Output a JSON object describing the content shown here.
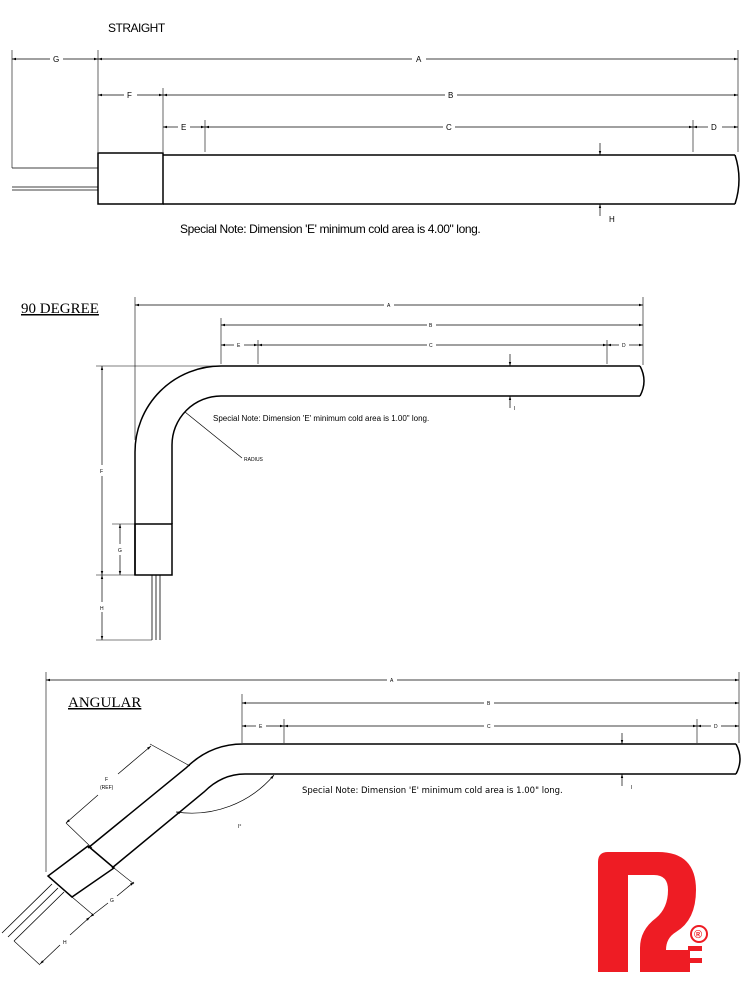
{
  "straight": {
    "title": "STRAIGHT",
    "labels": {
      "a": "A",
      "b": "B",
      "c": "C",
      "d": "D",
      "e": "E",
      "f": "F",
      "g": "G",
      "h": "H"
    },
    "note": "Special Note: Dimension 'E' minimum cold area is 4.00\" long."
  },
  "ninety": {
    "title": "90 DEGREE",
    "labels": {
      "a": "A",
      "b": "B",
      "c": "C",
      "d": "D",
      "e": "E",
      "f": "F",
      "g": "G",
      "h": "H",
      "i": "I"
    },
    "radius_label": "RADIUS",
    "note": "Special Note: Dimension 'E' minimum cold area is 1.00\" long."
  },
  "angular": {
    "title": "ANGULAR",
    "labels": {
      "a": "A",
      "b": "B",
      "c": "C",
      "d": "D",
      "e": "E",
      "f": "F",
      "f_ref": "(REF)",
      "g": "G",
      "h": "H",
      "i": "I"
    },
    "angle_label": "I°",
    "note": "Special Note: Dimension 'E' minimum cold area is 1.00\" long."
  },
  "logo": {
    "mark": "registered-trademark",
    "symbol": "®",
    "color": "#ee1c24"
  }
}
